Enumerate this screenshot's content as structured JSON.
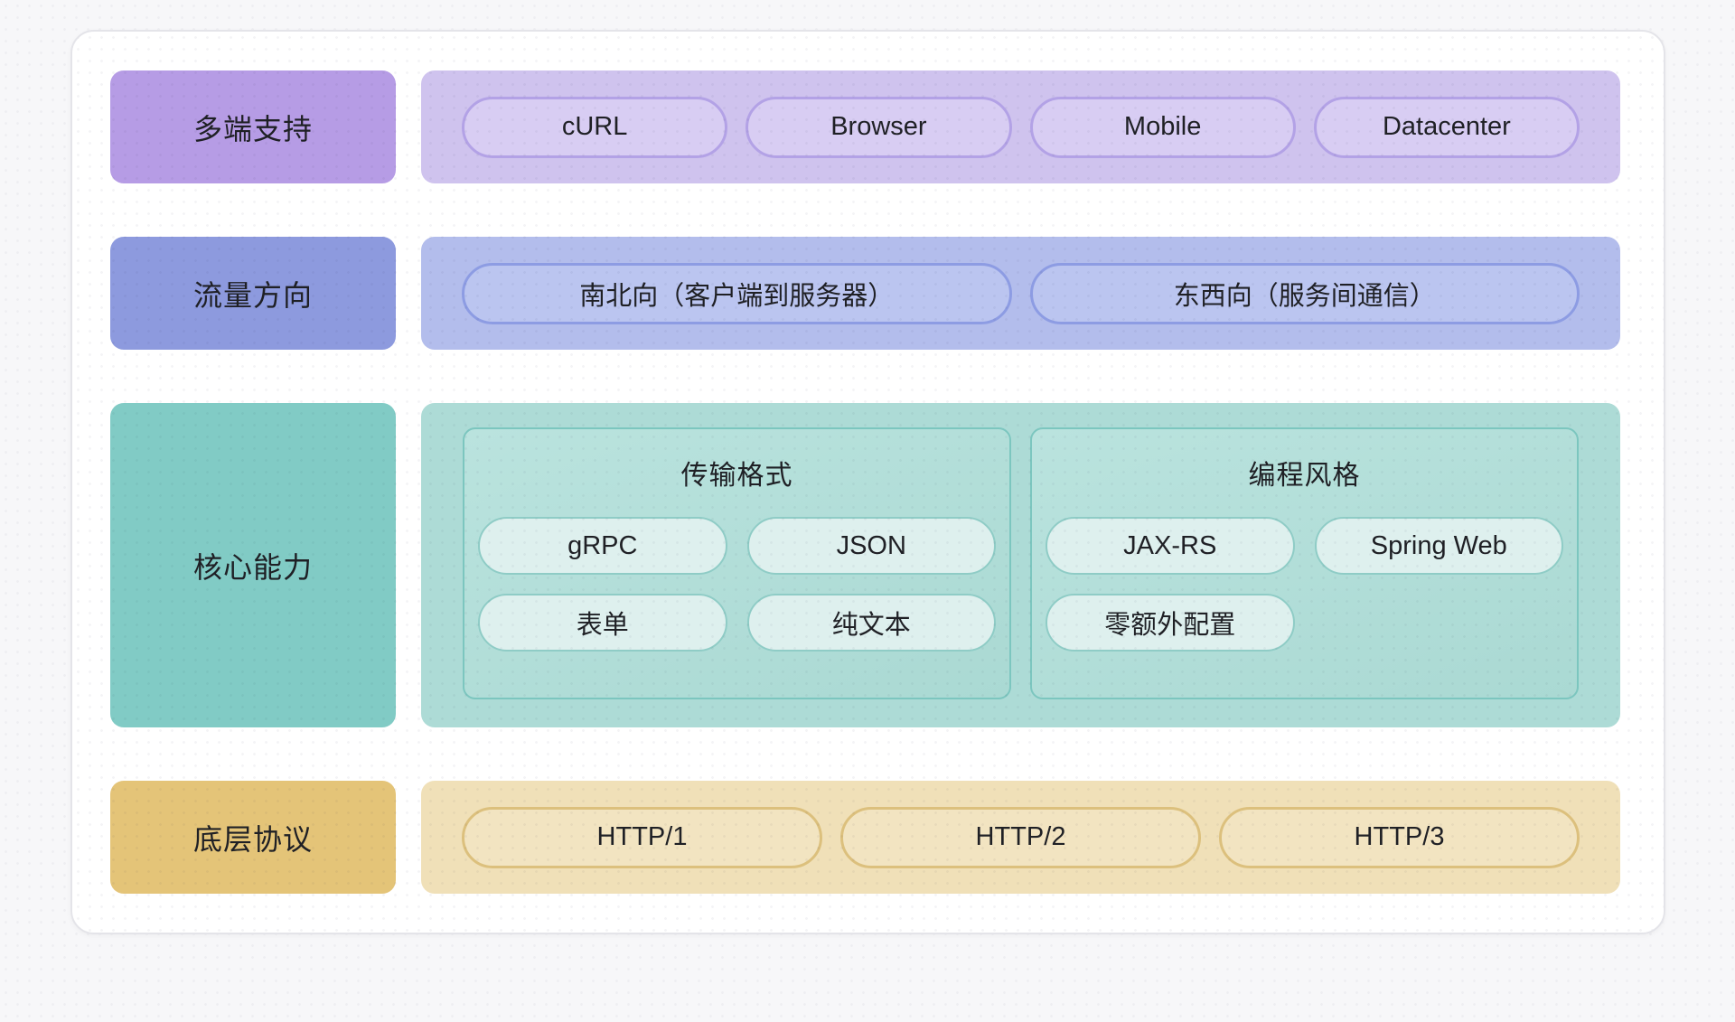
{
  "text_color": "#202126",
  "rows": [
    {
      "label": "多端支持",
      "pills": [
        "cURL",
        "Browser",
        "Mobile",
        "Datacenter"
      ],
      "colors": {
        "label_bg": "#b69ce5",
        "container_bg": "#cfc3ee",
        "pill_bg": "#d8cdf3",
        "pill_border": "#b3a2e6"
      }
    },
    {
      "label": "流量方向",
      "pills": [
        "南北向（客户端到服务器）",
        "东西向（服务间通信）"
      ],
      "colors": {
        "label_bg": "#8d9ade",
        "container_bg": "#b3bdec",
        "pill_bg": "#bbc5f0",
        "pill_border": "#8d9ce3"
      }
    },
    {
      "label": "核心能力",
      "groups": [
        {
          "title": "传输格式",
          "pills": [
            "gRPC",
            "JSON",
            "表单",
            "纯文本"
          ]
        },
        {
          "title": "编程风格",
          "pills": [
            "JAX-RS",
            "Spring Web",
            "零额外配置"
          ]
        }
      ],
      "colors": {
        "label_bg": "#81cbc5",
        "container_bg": "#addbd6",
        "pill_bg": "#def0ee",
        "pill_border": "#8fccc6",
        "group_border": "#7cc6bf",
        "group_bg_start": "#bae3de",
        "group_bg_end": "#aad9d3"
      }
    },
    {
      "label": "底层协议",
      "pills": [
        "HTTP/1",
        "HTTP/2",
        "HTTP/3"
      ],
      "colors": {
        "label_bg": "#e4c478",
        "container_bg": "#f0e0b8",
        "pill_bg": "#f2e4c1",
        "pill_border": "#dcc07d"
      }
    }
  ]
}
